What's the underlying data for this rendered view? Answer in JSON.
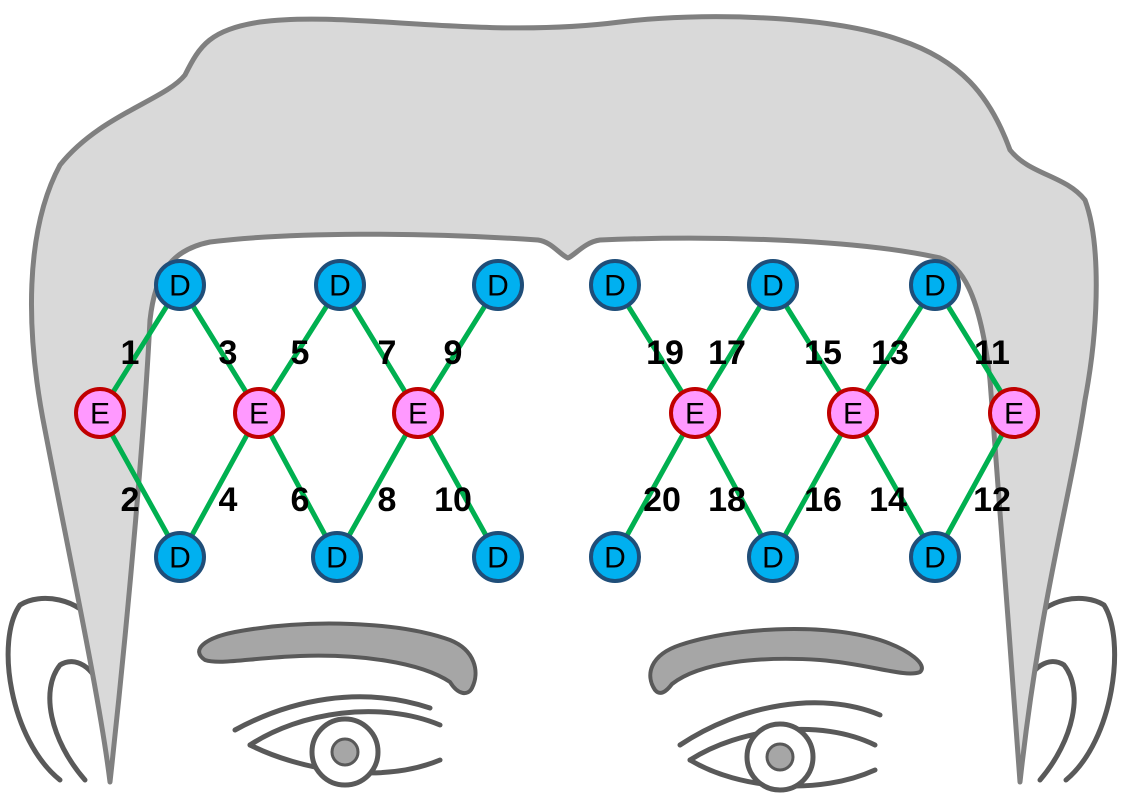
{
  "nodes": {
    "detector_letter": "D",
    "emitter_letter": "E"
  },
  "channels": [
    "1",
    "2",
    "3",
    "4",
    "5",
    "6",
    "7",
    "8",
    "9",
    "10",
    "11",
    "12",
    "13",
    "14",
    "15",
    "16",
    "17",
    "18",
    "19",
    "20"
  ],
  "colors": {
    "detector_fill": "#00b0f0",
    "detector_border": "#1f4e79",
    "emitter_fill": "#ff99ff",
    "emitter_border": "#c00000",
    "channel_line": "#00b050",
    "hair": "#d9d9d9",
    "outline": "#595959"
  }
}
